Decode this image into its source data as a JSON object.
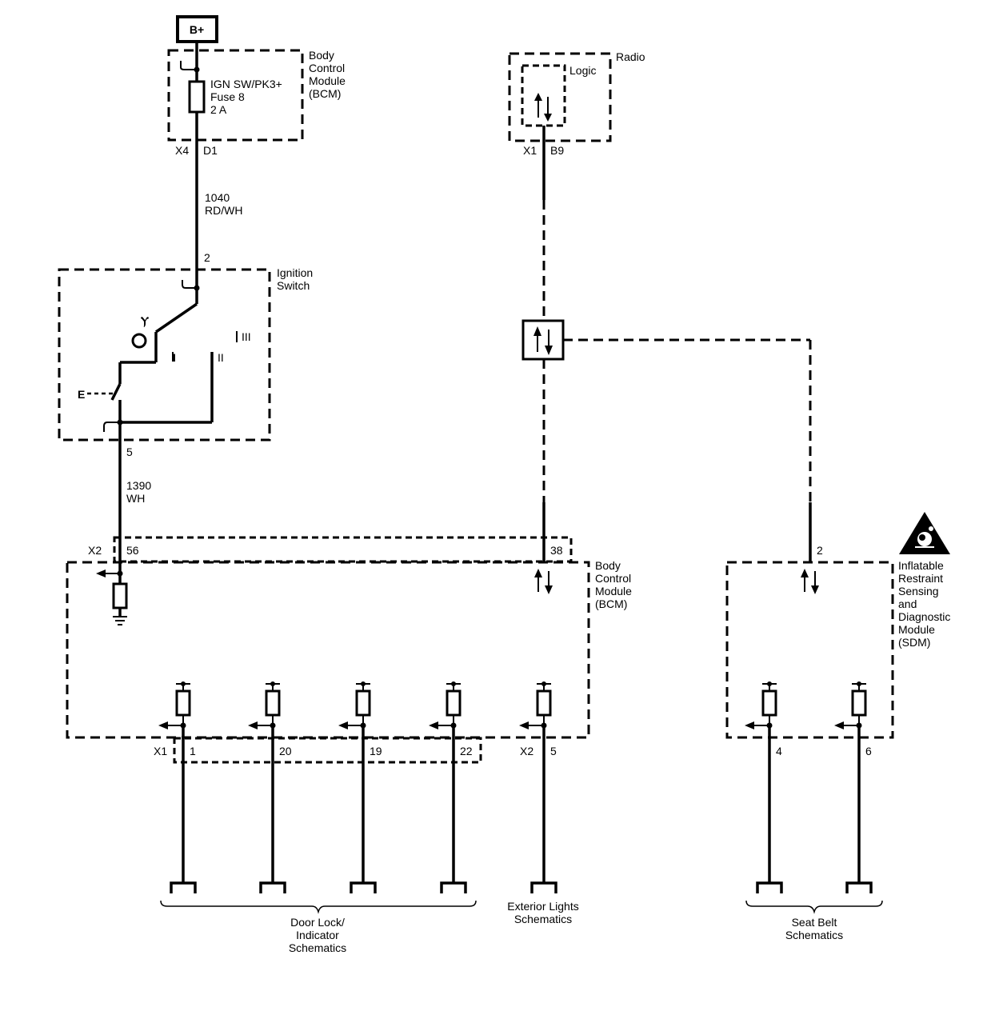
{
  "power": {
    "label": "B+"
  },
  "bcm_top": {
    "label_lines": [
      "Body",
      "Control",
      "Module",
      "(BCM)"
    ],
    "fuse_lines": [
      "IGN SW/PK3+",
      "Fuse 8",
      "2 A"
    ],
    "connector": "X4",
    "pin": "D1"
  },
  "wire_1040": {
    "circuit": "1040",
    "color": "RD/WH"
  },
  "ignition_switch": {
    "label_lines": [
      "Ignition",
      "Switch"
    ],
    "pin_in": "2",
    "pin_out": "5",
    "pos_1": "I",
    "pos_2": "II",
    "pos_3": "III",
    "pos_e": "E"
  },
  "wire_1390": {
    "circuit": "1390",
    "color": "WH"
  },
  "radio": {
    "label": "Radio",
    "logic_label": "Logic",
    "connector": "X1",
    "pin": "B9"
  },
  "bcm_main": {
    "label_lines": [
      "Body",
      "Control",
      "Module",
      "(BCM)"
    ],
    "connector_x2": "X2",
    "pin_56": "56",
    "pin_38": "38",
    "connector_x1": "X1",
    "bottom_pins": [
      "1",
      "20",
      "19",
      "22"
    ],
    "connector_x2b": "X2",
    "pin_5": "5"
  },
  "sdm": {
    "label_lines": [
      "Inflatable",
      "Restraint",
      "Sensing",
      "and",
      "Diagnostic",
      "Module",
      "(SDM)"
    ],
    "pin_2": "2",
    "bottom_pins": [
      "4",
      "6"
    ]
  },
  "bottom_groups": {
    "door_lock_lines": [
      "Door Lock/",
      "Indicator",
      "Schematics"
    ],
    "exterior_lines": [
      "Exterior Lights",
      "Schematics"
    ],
    "seat_belt_lines": [
      "Seat Belt",
      "Schematics"
    ]
  }
}
